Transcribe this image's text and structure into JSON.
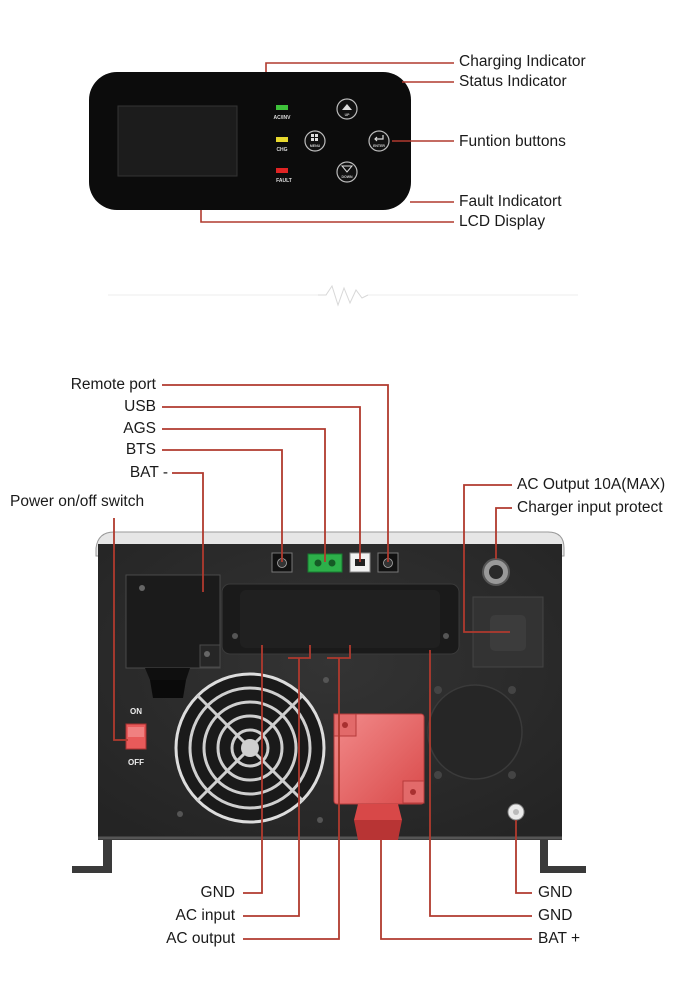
{
  "panel": {
    "labels": {
      "charging_indicator": "Charging Indicator",
      "status_indicator": "Status Indicator",
      "function_buttons": "Funtion buttons",
      "fault_indicator": "Fault Indicatort",
      "lcd_display": "LCD Display"
    },
    "led_labels": {
      "ac_inv": "AC/INV",
      "chg": "CHG",
      "fault": "FAULT"
    },
    "button_labels": {
      "up": "UP",
      "menu": "MENU",
      "enter": "ENTER",
      "down": "DOWN"
    }
  },
  "inverter": {
    "top_labels": {
      "remote_port": "Remote port",
      "usb": "USB",
      "ags": "AGS",
      "bts": "BTS",
      "bat_minus": "BAT -",
      "power_switch": "Power on/off switch",
      "ac_output_10a": "AC Output 10A(MAX)",
      "charger_input_protect": "Charger input protect"
    },
    "bottom_labels": {
      "gnd_left": "GND",
      "ac_input": "AC input",
      "ac_output": "AC output",
      "gnd_right_1": "GND",
      "gnd_right_2": "GND",
      "bat_plus": "BAT +"
    },
    "switch_labels": {
      "on": "ON",
      "off": "OFF"
    }
  },
  "colors": {
    "leader_line": "#b03a2e",
    "panel_body": "#0c0c0c",
    "led_green": "#3ec13a",
    "led_yellow": "#e8d92e",
    "led_red": "#e02424",
    "chassis": "#2c2c2c",
    "bat_plus_terminal": "#e05050"
  }
}
